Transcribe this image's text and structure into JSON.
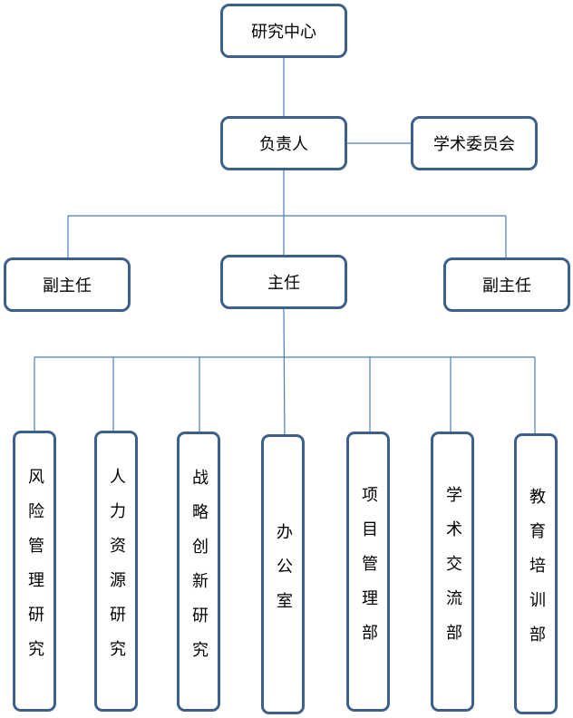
{
  "top": "研究中心",
  "head": "负责人",
  "committee": "学术委员会",
  "deputy_left": "副主任",
  "director": "主任",
  "deputy_right": "副主任",
  "departments": [
    "风险管理研究",
    "人力资源研究",
    "战略创新研究",
    "办公室",
    "项目管理部",
    "学术交流部",
    "教育培训部"
  ],
  "line_color": "#4a7ebb"
}
